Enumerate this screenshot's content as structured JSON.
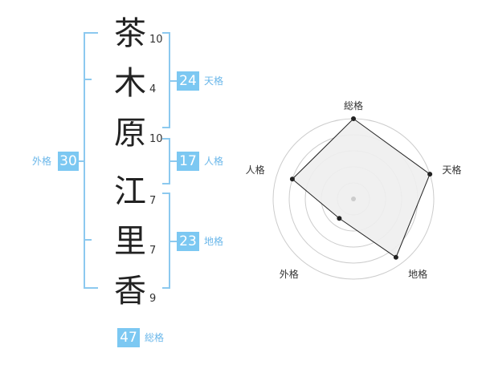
{
  "name_characters": [
    {
      "char": "茶",
      "strokes": "10"
    },
    {
      "char": "木",
      "strokes": "4"
    },
    {
      "char": "原",
      "strokes": "10"
    },
    {
      "char": "江",
      "strokes": "7"
    },
    {
      "char": "里",
      "strokes": "7"
    },
    {
      "char": "香",
      "strokes": "9"
    }
  ],
  "scores": {
    "tenkaku": {
      "value": "24",
      "label": "天格"
    },
    "jinkaku": {
      "value": "17",
      "label": "人格"
    },
    "chikaku": {
      "value": "23",
      "label": "地格"
    },
    "gaikaku": {
      "value": "30",
      "label": "外格"
    },
    "soukaku": {
      "value": "47",
      "label": "総格"
    }
  },
  "chart_data": {
    "type": "radar",
    "axes": [
      "総格",
      "天格",
      "地格",
      "外格",
      "人格"
    ],
    "values": [
      5,
      5,
      4.5,
      1.5,
      4
    ],
    "max": 5,
    "rings": 5,
    "colors": {
      "fill": "#eeeeee",
      "stroke": "#222222",
      "grid": "#cccccc",
      "badge": "#7cc8f2",
      "bracket": "#8cc9ef"
    }
  }
}
